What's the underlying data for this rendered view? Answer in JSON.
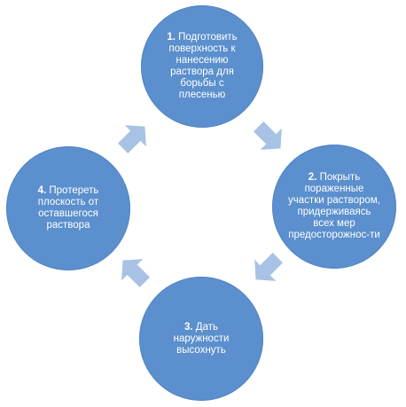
{
  "diagram": {
    "steps": [
      {
        "number": "1.",
        "text": "Подготовить поверхность к нанесению раствора для борьбы с плесенью"
      },
      {
        "number": "2.",
        "text": "Покрыть пораженные участки раствором, придерживаясь всех мер предосторожнос-ти"
      },
      {
        "number": "3.",
        "text": "Дать наружности высохнуть"
      },
      {
        "number": "4.",
        "text": "Протереть плоскость от оставшегося раствора"
      }
    ],
    "colors": {
      "circle": "#5b8fcd",
      "arrow": "#a7c2e4",
      "text": "#ffffff"
    },
    "flow": "clockwise"
  }
}
